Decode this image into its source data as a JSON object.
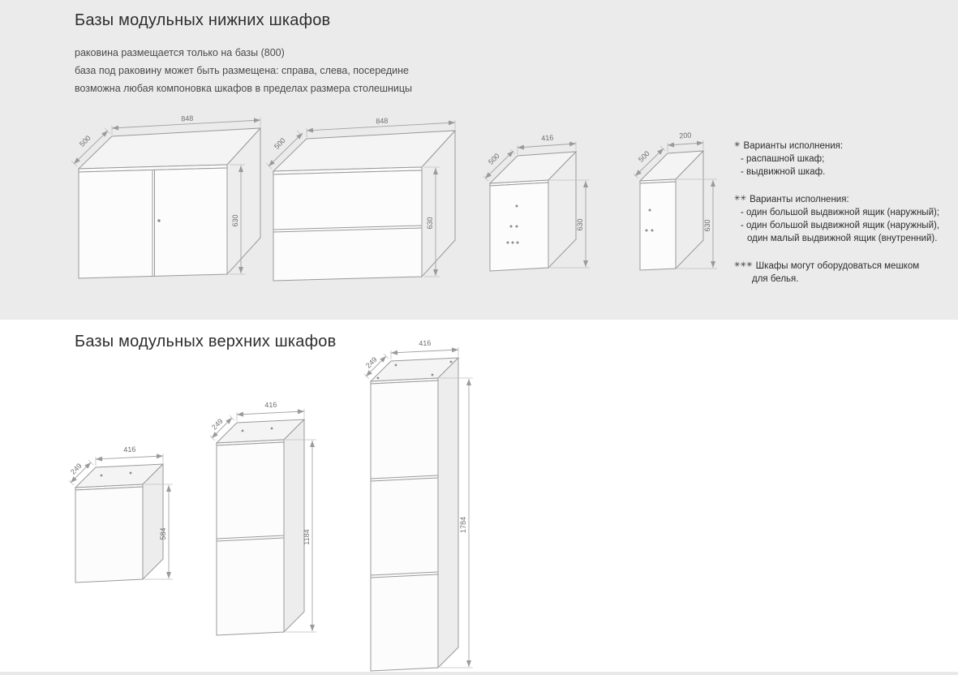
{
  "lower": {
    "title": "Базы модульных нижних шкафов",
    "notes": [
      "раковина размещается только на базы (800)",
      "база под раковину может быть размещена: справа, слева, посередине",
      "возможна любая компоновка шкафов в пределах размера столешницы"
    ],
    "cabinets": [
      {
        "depth": "500",
        "width": "848",
        "height": "630"
      },
      {
        "depth": "500",
        "width": "848",
        "height": "630"
      },
      {
        "depth": "500",
        "width": "416",
        "height": "630"
      },
      {
        "depth": "500",
        "width": "200",
        "height": "630"
      }
    ],
    "legend": [
      {
        "marker": "✳",
        "title": "Варианты исполнения:",
        "lines": [
          "- распашной шкаф;",
          "- выдвижной шкаф."
        ]
      },
      {
        "marker": "✳✳",
        "title": "Варианты исполнения:",
        "lines": [
          "- один большой выдвижной ящик (наружный);",
          "- один большой выдвижной ящик (наружный),",
          "один малый выдвижной ящик (внутренний)."
        ]
      },
      {
        "marker": "✳✳✳",
        "title": "Шкафы могут оборудоваться мешком",
        "lines": [
          "для белья."
        ]
      }
    ]
  },
  "upper": {
    "title": "Базы модульных верхних шкафов",
    "cabinets": [
      {
        "depth": "249",
        "width": "416",
        "height": "584"
      },
      {
        "depth": "249",
        "width": "416",
        "height": "1184"
      },
      {
        "depth": "249",
        "width": "416",
        "height": "1784"
      }
    ]
  }
}
